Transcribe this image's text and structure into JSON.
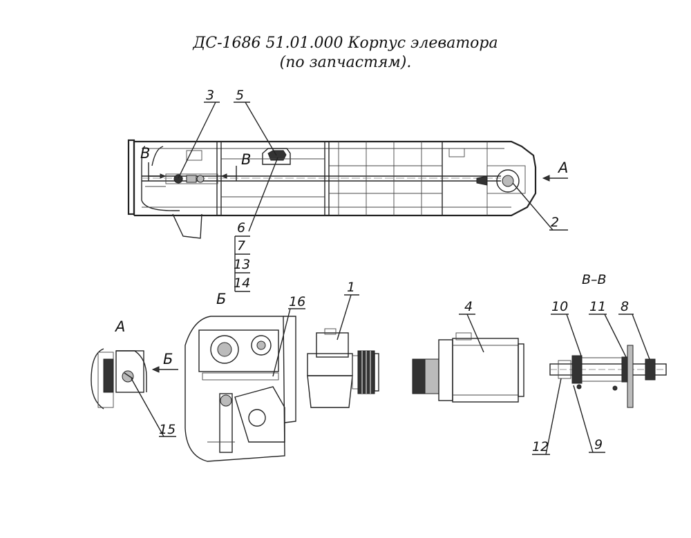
{
  "title": {
    "line1": "ДС-1686 51.01.000 Корпус элеватора",
    "line2": "(по запчастям)."
  },
  "labels": {
    "n1": "1",
    "n2": "2",
    "n3": "3",
    "n4": "4",
    "n5": "5",
    "n6": "6",
    "n7": "7",
    "n8": "8",
    "n9": "9",
    "n10": "10",
    "n11": "11",
    "n12": "12",
    "n13": "13",
    "n14": "14",
    "n15": "15",
    "n16": "16",
    "viewA_arrow": "A",
    "viewA": "A",
    "viewB_arrow": "Б",
    "viewB": "Б",
    "sectionB1": "B",
    "sectionB2": "B",
    "sectionBB": "B–B"
  }
}
